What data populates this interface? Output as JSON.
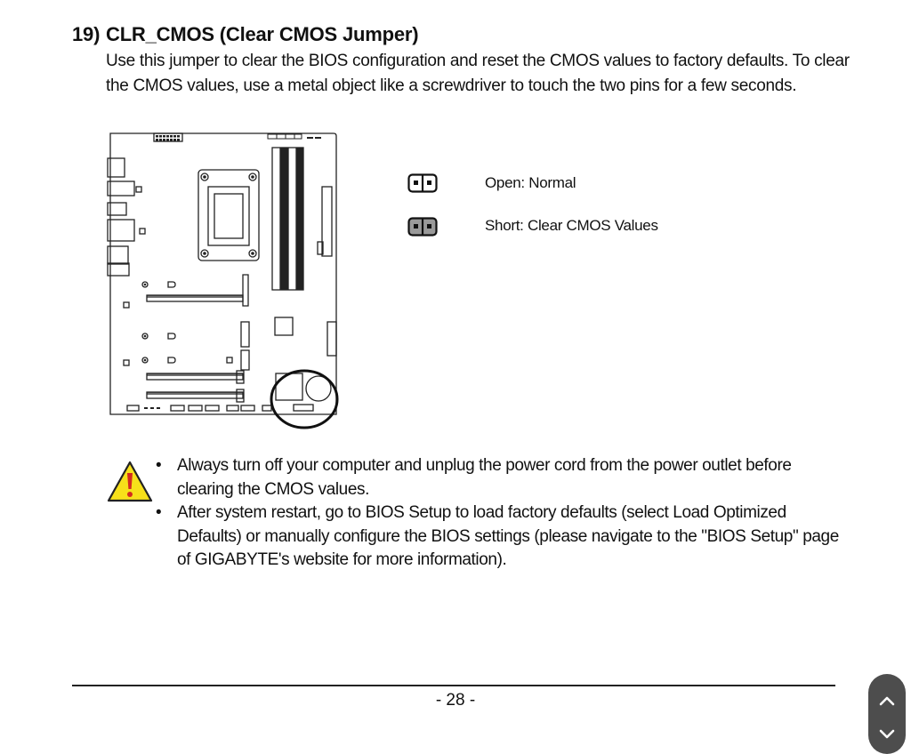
{
  "section": {
    "number": "19)",
    "title": "CLR_CMOS (Clear CMOS Jumper)",
    "description": [
      "Use this jumper to clear the BIOS configuration and reset the CMOS values to factory defaults. To clear",
      "the CMOS values, use a metal object like a screwdriver to touch the two pins for a few seconds."
    ]
  },
  "legend": [
    {
      "icon": "jumper-open-icon",
      "label": "Open: Normal"
    },
    {
      "icon": "jumper-short-icon",
      "label": "Short: Clear CMOS Values"
    }
  ],
  "warning": {
    "icon": "warning-icon",
    "bullet": "•",
    "items": [
      "Always turn off your computer and unplug the power cord from the power outlet before clearing the CMOS values.",
      "After system restart, go to BIOS Setup to load factory defaults (select Load Optimized Defaults) or manually configure the BIOS settings (please navigate to the \"BIOS Setup\" page of GIGABYTE's website for more information)."
    ]
  },
  "footer": {
    "page_number": "- 28 -"
  },
  "nav": {
    "up_icon": "chevron-up-icon",
    "down_icon": "chevron-down-icon"
  },
  "colors": {
    "warning_fill": "#f7e01a",
    "warning_mark": "#d42a1f",
    "nav_bg": "#4d4d4d"
  }
}
